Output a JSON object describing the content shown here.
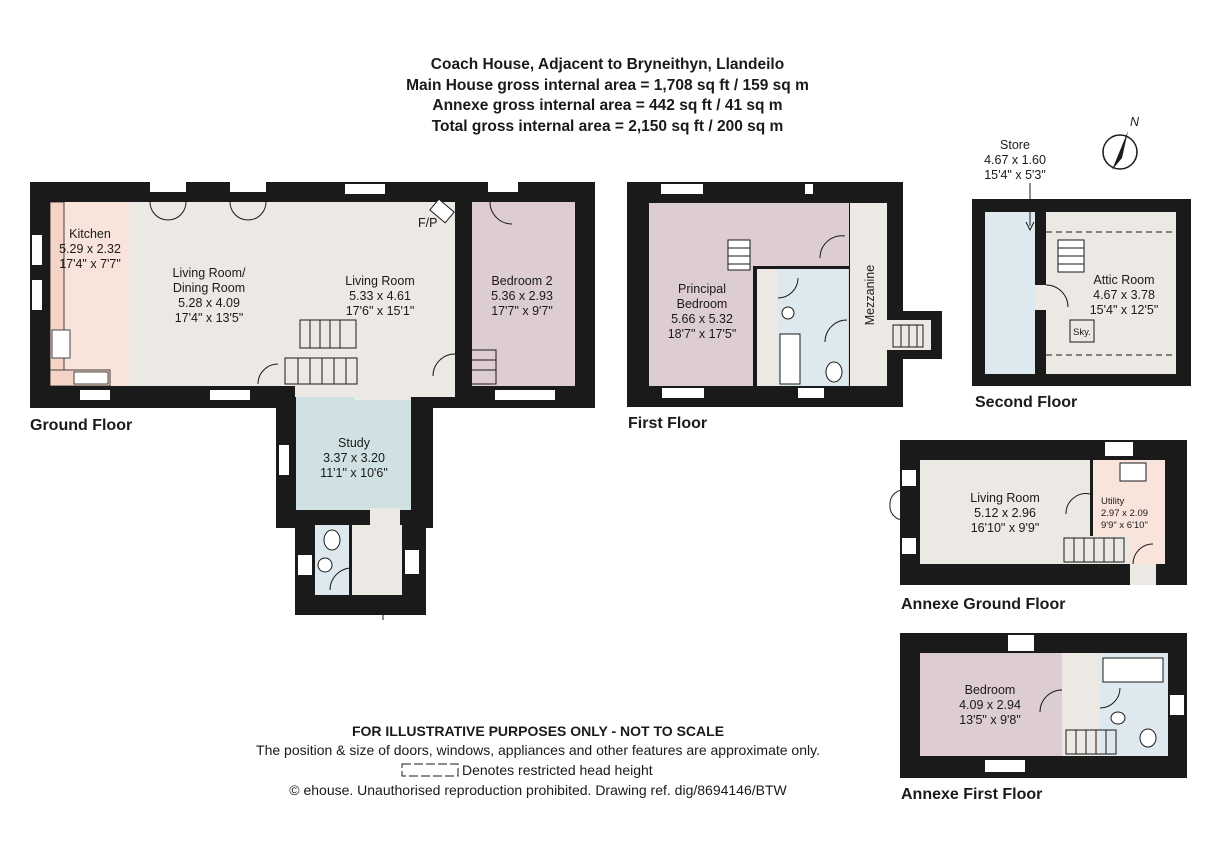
{
  "header": {
    "title": "Coach House, Adjacent to Bryneithyn, Llandeilo",
    "line1": "Main House gross internal area = 1,708 sq ft / 159 sq m",
    "line2": "Annexe gross internal area = 442 sq ft / 41 sq m",
    "line3": "Total gross internal area = 2,150 sq ft / 200 sq m"
  },
  "floors": {
    "ground": "Ground Floor",
    "first": "First Floor",
    "second": "Second Floor",
    "annexe_ground": "Annexe Ground Floor",
    "annexe_first": "Annexe First Floor"
  },
  "rooms": {
    "kitchen": {
      "name": "Kitchen",
      "metric": "5.29 x 2.32",
      "imperial": "17'4\" x 7'7\""
    },
    "living_dining": {
      "name1": "Living Room/",
      "name2": "Dining Room",
      "metric": "5.28 x 4.09",
      "imperial": "17'4\" x 13'5\""
    },
    "living": {
      "name": "Living Room",
      "metric": "5.33 x 4.61",
      "imperial": "17'6\" x 15'1\""
    },
    "bedroom2": {
      "name": "Bedroom 2",
      "metric": "5.36 x 2.93",
      "imperial": "17'7\" x 9'7\""
    },
    "study": {
      "name": "Study",
      "metric": "3.37 x 3.20",
      "imperial": "11'1\" x 10'6\""
    },
    "principal": {
      "name1": "Principal",
      "name2": "Bedroom",
      "metric": "5.66 x 5.32",
      "imperial": "18'7\" x 17'5\""
    },
    "mezzanine": {
      "name": "Mezzanine"
    },
    "store": {
      "name": "Store",
      "metric": "4.67 x 1.60",
      "imperial": "15'4\" x 5'3\""
    },
    "attic": {
      "name": "Attic Room",
      "metric": "4.67 x 3.78",
      "imperial": "15'4\" x 12'5\"",
      "sky": "Sky."
    },
    "annexe_living": {
      "name": "Living Room",
      "metric": "5.12 x 2.96",
      "imperial": "16'10\" x 9'9\""
    },
    "utility": {
      "name": "Utility",
      "metric": "2.97 x 2.09",
      "imperial": "9'9\" x 6'10\""
    },
    "annexe_bedroom": {
      "name": "Bedroom",
      "metric": "4.09 x 2.94",
      "imperial": "13'5\" x 9'8\""
    },
    "fp": "F/P"
  },
  "compass": {
    "label": "N"
  },
  "footer": {
    "disclaimer": "FOR ILLUSTRATIVE PURPOSES ONLY - NOT TO SCALE",
    "note": "The position & size of doors, windows, appliances and other features are approximate only.",
    "legend": "Denotes restricted head height",
    "copyright": "© ehouse. Unauthorised reproduction prohibited. Drawing ref. dig/8694146/BTW"
  },
  "colors": {
    "wall": "#1a1a1a",
    "kitchen": "#f9e4dc",
    "living": "#ece8e3",
    "bedroom": "#ddccd3",
    "study": "#cfe1e2",
    "bathroom": "#dde9ee",
    "utility": "#f9e4dc"
  }
}
